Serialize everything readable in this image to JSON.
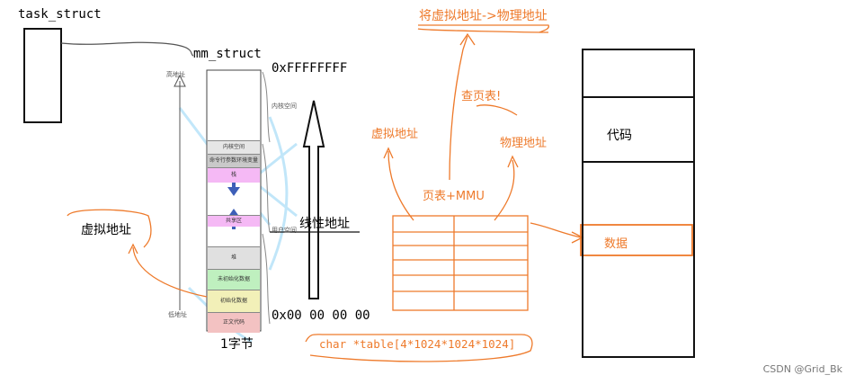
{
  "labels": {
    "task_struct": "task_struct",
    "mm_struct": "mm_struct",
    "top_addr": "0xFFFFFFFF",
    "bottom_addr": "0x00 00 00 00",
    "byte_unit": "1字节",
    "linear_addr": "线性地址",
    "virtual_addr_left": "虚拟地址",
    "translate_title": "将虚拟地址->物理地址",
    "lookup_table": "查页表!",
    "virtual_addr_right": "虚拟地址",
    "physical_addr": "物理地址",
    "page_table_mmu": "页表+MMU",
    "table_decl": "char *table[4*1024*1024*1024]",
    "code_label": "代码",
    "data_label": "数据",
    "watermark": "CSDN @Grid_Bk"
  },
  "memory_segments": [
    {
      "label": "内核空间",
      "color": "#e6e6e6"
    },
    {
      "label": "命令行参数环境变量",
      "color": "#c9c9c9"
    },
    {
      "label": "栈",
      "color": "#f5b9f5"
    },
    {
      "label": "共享区",
      "color": "#f5b9f5"
    },
    {
      "label": "堆",
      "color": "#e0e0e0"
    },
    {
      "label": "未初始化数据",
      "color": "#bff0bf"
    },
    {
      "label": "初始化数据",
      "color": "#f2f0b8"
    },
    {
      "label": "正文代码",
      "color": "#f3c2c2"
    }
  ],
  "side_labels": {
    "high": "高地址",
    "low": "低地址",
    "kernel": "内核空间",
    "user": "用户空间"
  },
  "colors": {
    "ink": "#111111",
    "accent": "#ee7a2b",
    "blue": "#3d5fb8",
    "cyan_scribble": "#8fd3f5"
  }
}
